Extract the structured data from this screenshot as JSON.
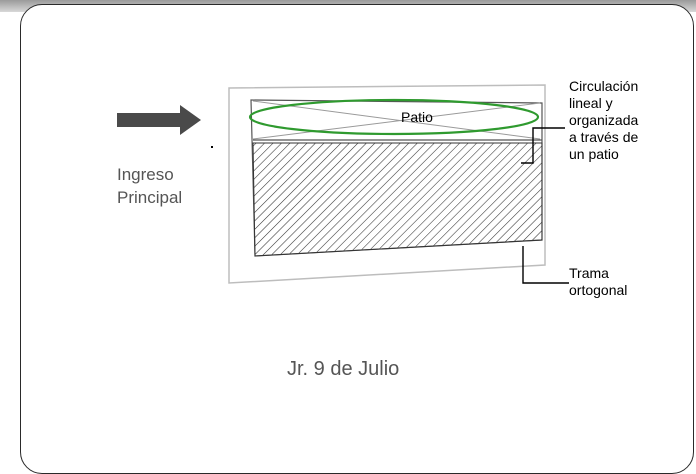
{
  "labels": {
    "patio": "Patio",
    "circulation": [
      "Circulación",
      "lineal y",
      "organizada",
      "a través de",
      "un patio"
    ],
    "trama": [
      "Trama",
      "ortogonal"
    ],
    "ingreso": [
      "Ingreso",
      "Principal"
    ],
    "street": "Jr. 9 de Julio"
  },
  "colors": {
    "patio_ellipse": "#2f9a2f",
    "arrow": "#4a4a4a",
    "hatch": "#333333",
    "outline": "#bdbdbd"
  },
  "icons": {
    "entry_arrow": "arrow-right-icon"
  }
}
